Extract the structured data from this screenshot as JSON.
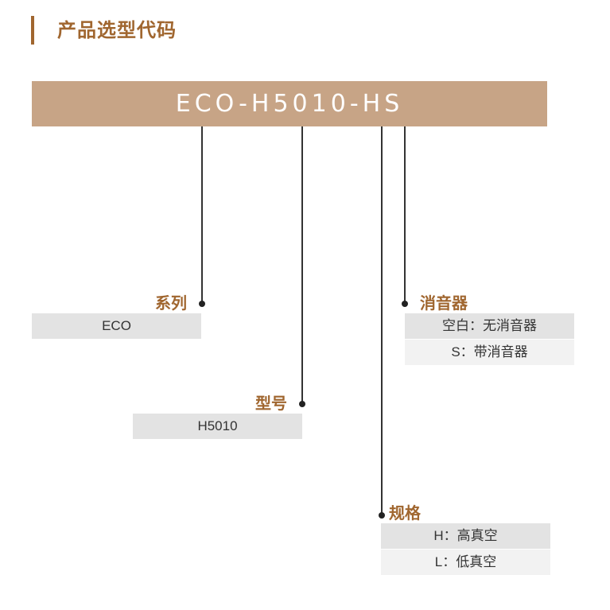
{
  "header": {
    "title": "产品选型代码"
  },
  "banner": {
    "code": "ECO-H5010-HS"
  },
  "parts": {
    "series": {
      "label": "系列",
      "options": [
        "ECO"
      ]
    },
    "model": {
      "label": "型号",
      "options": [
        "H5010"
      ]
    },
    "silencer": {
      "label": "消音器",
      "options": [
        "空白：无消音器",
        "S：带消音器"
      ]
    },
    "spec": {
      "label": "规格",
      "options": [
        "H：高真空",
        "L：低真空"
      ]
    }
  },
  "colors": {
    "accent": "#a0662f",
    "banner": "#c7a486",
    "box_dark": "#e3e3e3",
    "box_light": "#f2f2f2"
  }
}
